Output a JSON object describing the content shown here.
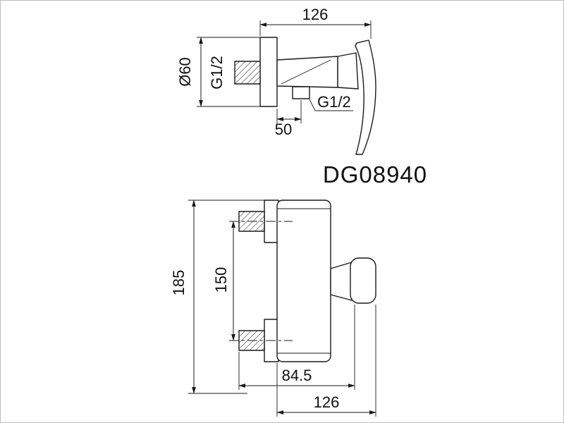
{
  "drawing": {
    "model_number": "DG08940",
    "side_view": {
      "overall_width_mm": "126",
      "escutcheon_diameter": "Ø60",
      "inlet_thread_size": "G1/2",
      "outlet_thread_size": "G1/2",
      "outlet_offset_mm": "50"
    },
    "front_view": {
      "overall_height_mm": "185",
      "inlet_center_spacing_mm": "150",
      "body_depth_mm": "84.5",
      "overall_depth_mm": "126"
    },
    "colors": {
      "line": "#1a1a1a",
      "background": "#ffffff",
      "border": "#bdbdbd"
    }
  }
}
